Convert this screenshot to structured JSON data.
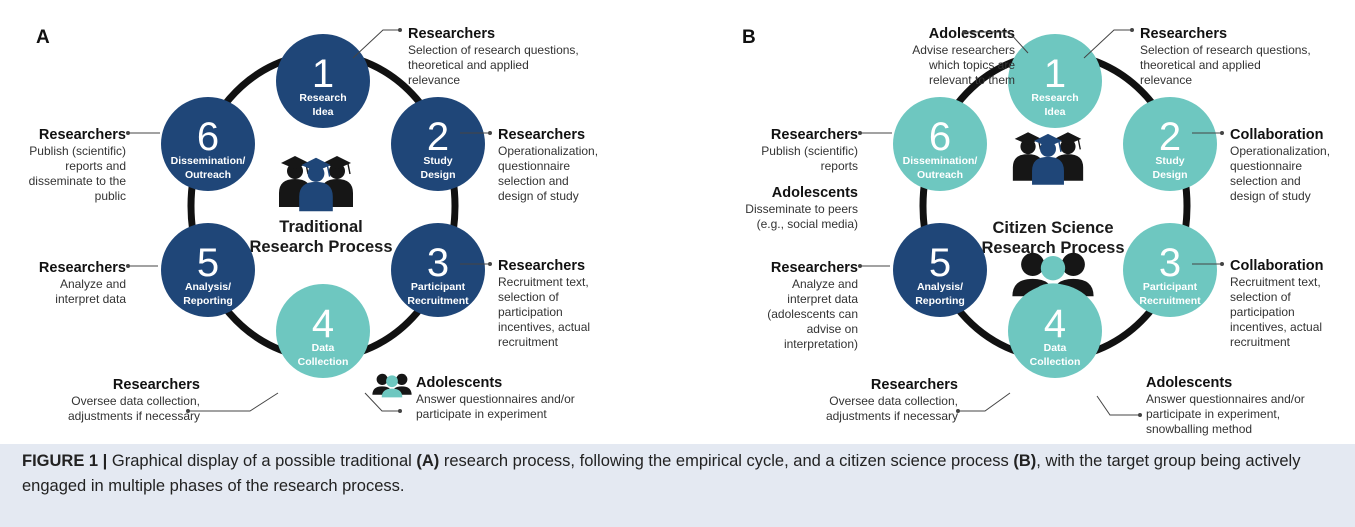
{
  "colors": {
    "dark": "#1f4678",
    "teal": "#6ec7c0",
    "ring": "#111111",
    "caption_bg": "#e4e9f2"
  },
  "panels": [
    {
      "letter": "A",
      "title": [
        "Traditional",
        "Research Process"
      ],
      "icon": "graduates-icon",
      "steps": [
        {
          "num": "1",
          "label": [
            "Research",
            "Idea"
          ],
          "color": "dark"
        },
        {
          "num": "2",
          "label": [
            "Study",
            "Design"
          ],
          "color": "dark"
        },
        {
          "num": "3",
          "label": [
            "Participant",
            "Recruitment"
          ],
          "color": "dark"
        },
        {
          "num": "4",
          "label": [
            "Data",
            "Collection"
          ],
          "color": "teal"
        },
        {
          "num": "5",
          "label": [
            "Analysis/",
            "Reporting"
          ],
          "color": "dark"
        },
        {
          "num": "6",
          "label": [
            "Dissemination/",
            "Outreach"
          ],
          "color": "dark"
        }
      ],
      "annotations": [
        {
          "heading": "Researchers",
          "lines": [
            "Selection of research questions,",
            "theoretical and applied",
            "relevance"
          ]
        },
        {
          "heading": "Researchers",
          "lines": [
            "Operationalization,",
            "questionnaire",
            "selection and",
            "design of study"
          ]
        },
        {
          "heading": "Researchers",
          "lines": [
            "Recruitment text,",
            "selection of",
            "participation",
            "incentives, actual",
            "recruitment"
          ]
        },
        {
          "heading": "Researchers",
          "lines": [
            "Oversee data collection,",
            "adjustments if necessary"
          ]
        },
        {
          "heading": "Adolescents",
          "lines": [
            "Answer questionnaires and/or",
            "participate in experiment"
          ]
        },
        {
          "heading": "Researchers",
          "lines": [
            "Analyze and",
            "interpret data"
          ]
        },
        {
          "heading": "Researchers",
          "lines": [
            "Publish (scientific)",
            "reports and",
            "disseminate to the",
            "public"
          ]
        }
      ]
    },
    {
      "letter": "B",
      "title": [
        "Citizen Science",
        "Research Process"
      ],
      "icon": "graduates-and-people-icon",
      "steps": [
        {
          "num": "1",
          "label": [
            "Research",
            "Idea"
          ],
          "color": "teal"
        },
        {
          "num": "2",
          "label": [
            "Study",
            "Design"
          ],
          "color": "teal"
        },
        {
          "num": "3",
          "label": [
            "Participant",
            "Recruitment"
          ],
          "color": "teal"
        },
        {
          "num": "4",
          "label": [
            "Data",
            "Collection"
          ],
          "color": "teal"
        },
        {
          "num": "5",
          "label": [
            "Analysis/",
            "Reporting"
          ],
          "color": "dark"
        },
        {
          "num": "6",
          "label": [
            "Dissemination/",
            "Outreach"
          ],
          "color": "teal"
        }
      ],
      "annotations": [
        {
          "heading": "Adolescents",
          "lines": [
            "Advise researchers",
            "which topics are",
            "relevant to them"
          ]
        },
        {
          "heading": "Researchers",
          "lines": [
            "Selection of research questions,",
            "theoretical and applied",
            "relevance"
          ]
        },
        {
          "heading": "Collaboration",
          "lines": [
            "Operationalization,",
            "questionnaire",
            "selection and",
            "design of study"
          ]
        },
        {
          "heading": "Collaboration",
          "lines": [
            "Recruitment text,",
            "selection of",
            "participation",
            "incentives, actual",
            "recruitment"
          ]
        },
        {
          "heading": "Researchers",
          "lines": [
            "Oversee data collection,",
            "adjustments if necessary"
          ]
        },
        {
          "heading": "Adolescents",
          "lines": [
            "Answer questionnaires and/or",
            "participate in experiment,",
            "snowballing method"
          ]
        },
        {
          "heading": "Researchers",
          "lines": [
            "Analyze and",
            "interpret data",
            "(adolescents can",
            "advise on",
            "interpretation)"
          ]
        },
        {
          "heading": "Researchers",
          "lines": [
            "Publish (scientific)",
            "reports"
          ]
        },
        {
          "heading": "Adolescents",
          "lines": [
            "Disseminate to peers",
            "(e.g., social media)"
          ]
        }
      ]
    }
  ],
  "caption": {
    "prefix": "FIGURE 1 |",
    "t1": " Graphical display of a possible traditional ",
    "b1": "(A)",
    "t2": " research process, following the empirical cycle, and a citizen science process ",
    "b2": "(B)",
    "t3": ", with the target group being actively engaged in multiple phases of the research process."
  }
}
